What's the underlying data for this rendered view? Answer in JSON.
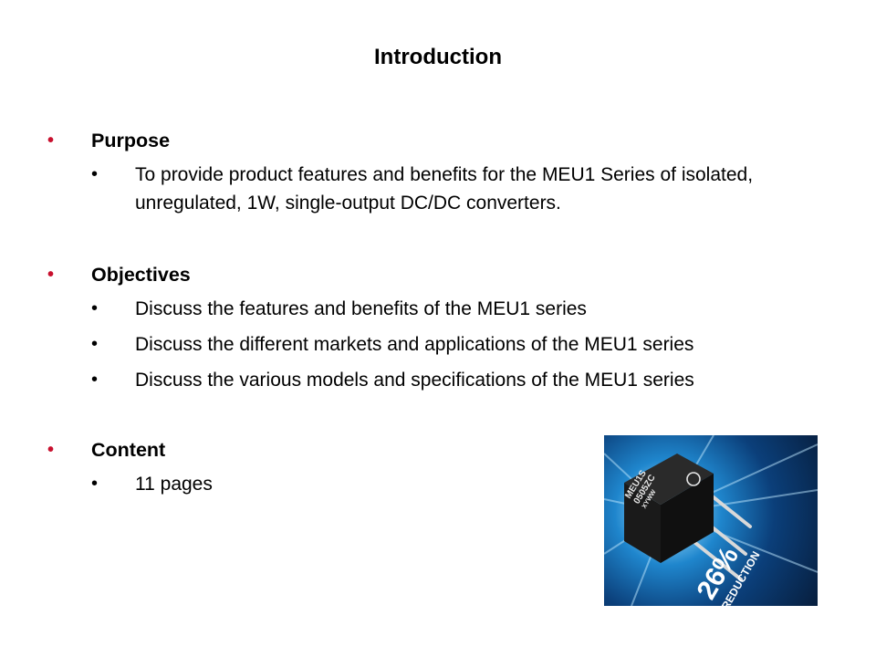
{
  "slide": {
    "title": "Introduction",
    "sections": [
      {
        "heading": "Purpose",
        "items": [
          "To provide product features and benefits for the MEU1 Series of isolated, unregulated, 1W, single-output DC/DC converters."
        ]
      },
      {
        "heading": "Objectives",
        "items": [
          "Discuss the features and benefits of the MEU1 series",
          "Discuss the different markets and applications of the MEU1 series",
          "Discuss the various models and specifications of the MEU1 series"
        ]
      },
      {
        "heading": "Content",
        "items": [
          "11 pages"
        ]
      }
    ],
    "bullet_glyph": "•",
    "colors": {
      "section_bullet": "#c8102e",
      "text": "#000000"
    },
    "product_image": {
      "marking_line1": "MEU1S",
      "marking_line2": "0505ZC",
      "marking_line3": "XYWW",
      "badge_value": "26%",
      "badge_text": "REDUCTION"
    }
  }
}
